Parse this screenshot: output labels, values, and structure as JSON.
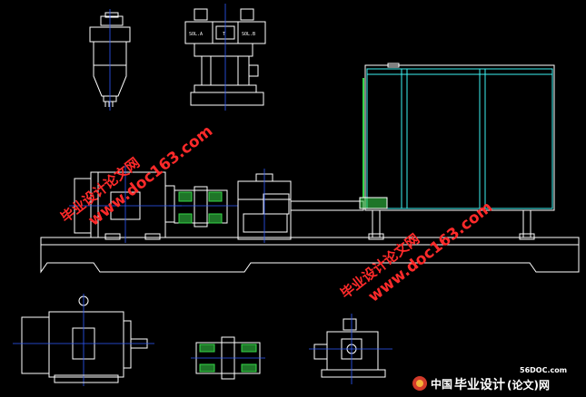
{
  "watermarks": {
    "wm1": {
      "cn": "毕业设计论文网",
      "url": "www.doc163.com"
    },
    "wm2": {
      "cn": "毕业设计论文网",
      "url": "www.doc163.com"
    }
  },
  "valve_labels": {
    "left": "SOL.A",
    "middle": "T",
    "right": "SOL.B"
  },
  "footer_logo": {
    "site": "56DOC.com",
    "brand_prefix": "中国",
    "brand_main": "毕业设计",
    "brand_suffix": "(论文)网"
  },
  "colors": {
    "background": "#000000",
    "lines": "#ffffff",
    "centerlines": "#2f5bff",
    "tank_frame": "#3cf2f2",
    "hatch": "#36d648",
    "watermark": "#ff2a2a"
  }
}
